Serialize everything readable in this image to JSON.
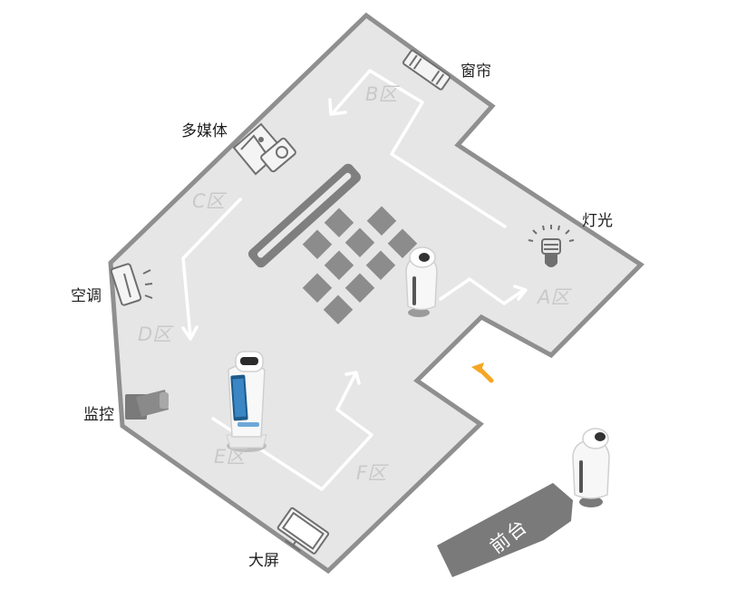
{
  "labels": {
    "curtain": "窗帘",
    "multimedia": "多媒体",
    "lighting": "灯光",
    "aircon": "空调",
    "monitor": "监控",
    "screen": "大屏",
    "front_desk": "前台"
  },
  "zones": {
    "a": "A区",
    "b": "B区",
    "c": "C区",
    "d": "D区",
    "e": "E区",
    "f": "F区"
  },
  "icons": [
    "curtain-icon",
    "projector-icon",
    "lightbulb-icon",
    "air-conditioner-icon",
    "cctv-camera-icon",
    "monitor-screen-icon",
    "robot-icon",
    "entrance-arrow-icon"
  ],
  "colors": {
    "floor": "#e6e6e6",
    "wall": "#8f8f8f",
    "tile": "#8c8c8c",
    "path": "#ffffff",
    "entrance_arrow": "#f5a623",
    "front_desk": "#7a7a7a"
  }
}
